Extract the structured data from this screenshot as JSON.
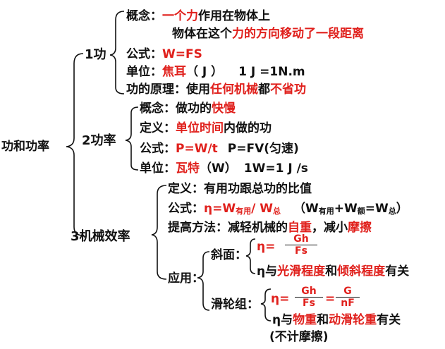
{
  "root": "功和功率",
  "work": {
    "title": "1功",
    "concept_label": "概念：",
    "concept_red": "一个力",
    "concept_rest": "作用在物体上",
    "concept_line2_a": "物体在这个",
    "concept_line2_red": "力的方向移动了一段距离",
    "formula_label": "公式：",
    "formula": "W=FS",
    "unit_label": "单位：",
    "unit_red": "焦耳",
    "unit_sym": "（ J ）",
    "unit_eq": "1 J =1N.m",
    "principle_label": "功的原理：",
    "principle_a": "使用",
    "principle_red1": "任何机械",
    "principle_b": "都",
    "principle_red2": "不省功"
  },
  "power": {
    "title": "2功率",
    "concept_label": "概念：",
    "concept_a": "做功的",
    "concept_red": "快慢",
    "def_label": "定义：",
    "def_red": "单位时间",
    "def_rest": "内做的功",
    "formula_label": "公式：",
    "formula1": "P=W/t",
    "formula2": "P=FV(匀速)",
    "unit_label": "单位：",
    "unit_red": "瓦特",
    "unit_sym": "（W）",
    "unit_eq": "1W=1 J /s"
  },
  "efficiency": {
    "title": "3机械效率",
    "def_label": "定义：",
    "def_text": "有用功跟总功的比值",
    "formula_label": "公式：",
    "formula_eta": "η=W",
    "sub_useful": "有用",
    "formula_div": "/ W",
    "sub_total": "总",
    "formula_paren_a": "（W",
    "formula_plus": "+W",
    "sub_extra": "额",
    "formula_eq": "=W",
    "formula_close": "）",
    "improve_label": "提高方法：",
    "improve_a": "减轻机械的",
    "improve_red1": "自重",
    "improve_b": "，减小",
    "improve_red2": "摩擦",
    "app_label": "应用：",
    "incline_label": "斜面：",
    "incline_eta": "η=",
    "incline_num": "Gh",
    "incline_den": "Fs",
    "incline_note_a": "η与",
    "incline_note_red1": "光滑程度",
    "incline_note_b": "和",
    "incline_note_red2": "倾斜程度",
    "incline_note_c": "有关",
    "pulley_label": "滑轮组：",
    "pulley_eta": "η=",
    "pulley_num1": "Gh",
    "pulley_den1": "Fs",
    "pulley_eqs": "=",
    "pulley_num2": "G",
    "pulley_den2": "nF",
    "pulley_note_a": "η与",
    "pulley_note_red1": "物重",
    "pulley_note_b": "和",
    "pulley_note_red2": "动滑轮重",
    "pulley_note_c": "有关",
    "pulley_note_paren": "(不计摩擦)"
  }
}
